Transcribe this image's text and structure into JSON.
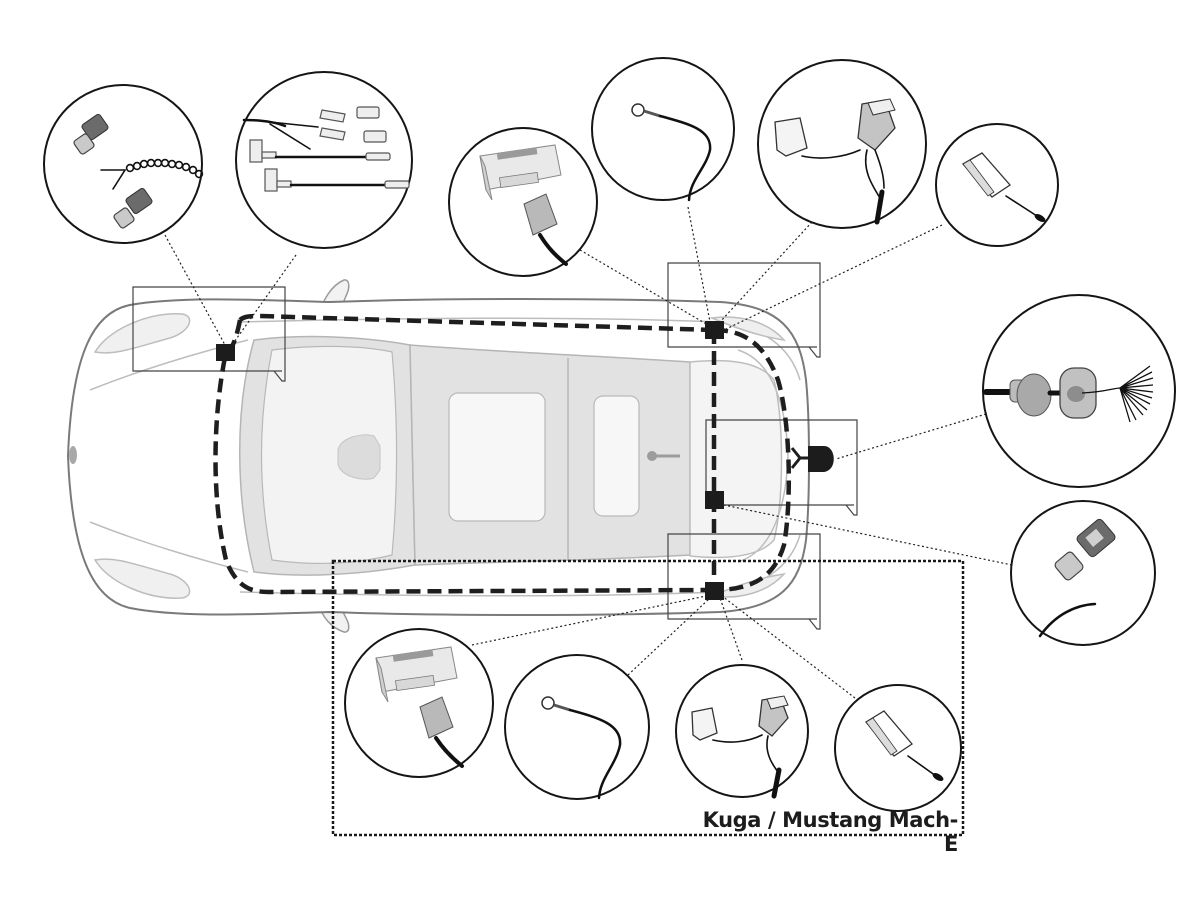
{
  "diagram": {
    "title": "Towbar wiring harness installation diagram",
    "model_label": "Kuga / Mustang Mach-E",
    "colors": {
      "harness": "#1e1e1e",
      "car_body": "#e2e2e2",
      "outline": "#7a7a7a",
      "background": "#ffffff"
    },
    "connection_points": [
      {
        "id": "front-left",
        "description": "Front connection point near windscreen"
      },
      {
        "id": "rear-left",
        "description": "Rear left tail-light connection point"
      },
      {
        "id": "rear-center",
        "description": "Rear bumper centre mounting point"
      },
      {
        "id": "rear-right",
        "description": "Rear right tail-light connection point (Kuga / Mustang Mach-E)"
      },
      {
        "id": "towbar-socket",
        "description": "Towbar socket exit"
      }
    ],
    "details": [
      {
        "id": "detail-scotchlok-connectors",
        "component": "Scotchlok splice connectors with corrugated tube",
        "links_to": "front-left"
      },
      {
        "id": "detail-fuse-taps",
        "component": "Fuse taps and spade terminals",
        "links_to": "front-left"
      },
      {
        "id": "detail-control-module",
        "component": "Control module with multi-pin plug",
        "links_to": "rear-left"
      },
      {
        "id": "detail-ground-ring",
        "component": "Ground wire with ring terminal",
        "links_to": "rear-left"
      },
      {
        "id": "detail-taillight-plug",
        "component": "Tail-light plug adapter",
        "links_to": "rear-left"
      },
      {
        "id": "detail-inline-plug",
        "component": "Inline connector plug",
        "links_to": "rear-left"
      },
      {
        "id": "detail-socket-grommet",
        "component": "Socket cable with grommet and wire ends",
        "links_to": "towbar-socket"
      },
      {
        "id": "detail-splice-connector",
        "component": "Splice connector",
        "links_to": "rear-center"
      },
      {
        "id": "detail-control-module-2",
        "component": "Control module with multi-pin plug",
        "links_to": "rear-right"
      },
      {
        "id": "detail-ground-ring-2",
        "component": "Ground wire with ring terminal",
        "links_to": "rear-right"
      },
      {
        "id": "detail-taillight-plug-2",
        "component": "Tail-light plug adapter",
        "links_to": "rear-right"
      },
      {
        "id": "detail-inline-plug-2",
        "component": "Inline connector plug",
        "links_to": "rear-right"
      }
    ]
  }
}
